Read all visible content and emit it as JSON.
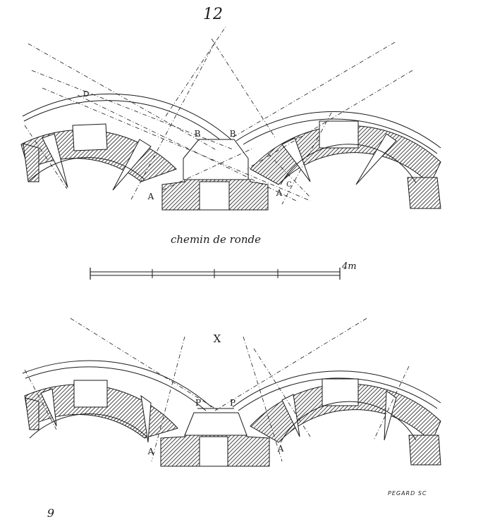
{
  "plate": {
    "page_number": "12",
    "caption": "chemin de ronde",
    "scale_label": "4m",
    "figure_label": "X",
    "engraver": "PEGARD SC",
    "corner_mark": "9"
  },
  "top_figure": {
    "labels": {
      "d": "D",
      "b_left": "B",
      "b_right": "B",
      "a_left": "A",
      "a_right": "A",
      "c": "C"
    }
  },
  "bottom_figure": {
    "labels": {
      "p_left": "P",
      "p_right": "P",
      "a_left": "A",
      "a_right": "A"
    }
  },
  "colors": {
    "ink": "#1a1a1a",
    "paper": "#ffffff"
  }
}
